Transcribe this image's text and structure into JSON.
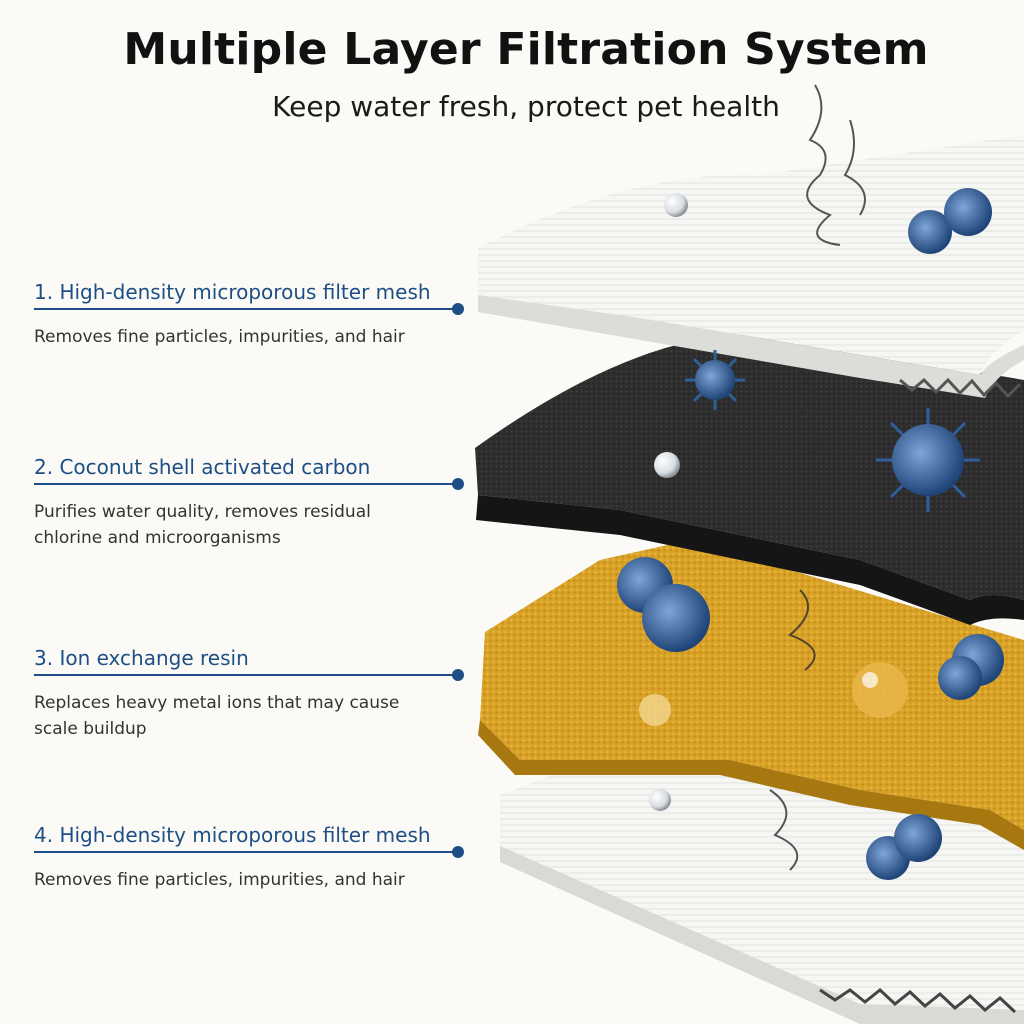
{
  "header": {
    "title": "Multiple Layer Filtration System",
    "subtitle": "Keep water fresh, protect pet health"
  },
  "layers": [
    {
      "heading": "1. High-density microporous filter mesh",
      "description": "Removes fine particles, impurities, and hair"
    },
    {
      "heading": "2. Coconut shell activated carbon",
      "description": "Purifies water quality, removes residual chlorine and microorganisms"
    },
    {
      "heading": "3. Ion exchange resin",
      "description": "Replaces heavy metal ions that may cause scale buildup"
    },
    {
      "heading": "4. High-density microporous filter mesh",
      "description": "Removes fine particles, impurities, and hair"
    }
  ],
  "colors": {
    "accent": "#1d4f86",
    "mesh": "#f4f4f2",
    "carbon": "#2b2b2b",
    "resin": "#d9a227",
    "germ": "#2f5f9a"
  },
  "icons": [
    "virus-icon",
    "bacteria-icon",
    "water-splash-icon",
    "water-droplet-icon"
  ]
}
